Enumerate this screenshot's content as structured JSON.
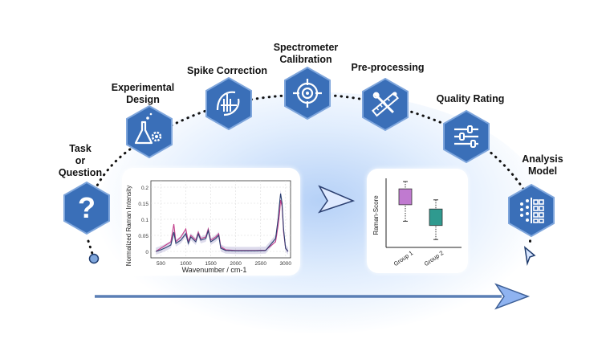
{
  "steps": [
    {
      "label": "Task\nor\nQuestion",
      "icon": "question-icon"
    },
    {
      "label": "Experimental\nDesign",
      "icon": "flask-gear-icon"
    },
    {
      "label": "Spike Correction",
      "icon": "spike-correction-icon"
    },
    {
      "label": "Spectrometer\nCalibration",
      "icon": "target-icon"
    },
    {
      "label": "Pre-processing",
      "icon": "tools-icon"
    },
    {
      "label": "Quality Rating",
      "icon": "sliders-icon"
    },
    {
      "label": "Analysis\nModel",
      "icon": "model-grid-icon"
    }
  ],
  "colors": {
    "hex_fill": "#3a6fb8",
    "hex_stroke": "#7fa6dc",
    "arrow": "#5b7fb5",
    "arrow_head": "#8fb3f0",
    "pink": "#c23d8a",
    "navy": "#2b3f70",
    "box_purple": "#c07ad0",
    "box_teal": "#2f9a8f"
  },
  "chart_data": [
    {
      "type": "line",
      "xlabel": "Wavenumber / cm-1",
      "ylabel": "Normalized Raman Intensity",
      "xticks": [
        "500",
        "1000",
        "1500",
        "2000",
        "2500",
        "3000"
      ],
      "yticks": [
        "0",
        "0.05",
        "0.1",
        "0.15",
        "0.2"
      ],
      "xlim": [
        300,
        3100
      ],
      "ylim": [
        -0.02,
        0.22
      ],
      "series": [
        {
          "color": "#c23d8a",
          "x": [
            400,
            500,
            600,
            700,
            760,
            800,
            900,
            1000,
            1050,
            1100,
            1200,
            1250,
            1300,
            1400,
            1450,
            1500,
            1550,
            1600,
            1660,
            1700,
            1800,
            2000,
            2200,
            2400,
            2600,
            2800,
            2850,
            2880,
            2900,
            2930,
            2960,
            3000,
            3050
          ],
          "y": [
            0.0,
            0.01,
            0.02,
            0.03,
            0.085,
            0.03,
            0.045,
            0.07,
            0.03,
            0.05,
            0.035,
            0.06,
            0.04,
            0.045,
            0.07,
            0.035,
            0.04,
            0.045,
            0.055,
            0.015,
            0.005,
            0.003,
            0.003,
            0.003,
            0.004,
            0.03,
            0.08,
            0.12,
            0.16,
            0.14,
            0.06,
            0.01,
            0.0
          ]
        },
        {
          "color": "#2b3f70",
          "x": [
            400,
            500,
            600,
            700,
            760,
            800,
            900,
            1000,
            1050,
            1100,
            1200,
            1250,
            1300,
            1400,
            1450,
            1500,
            1550,
            1600,
            1660,
            1700,
            1800,
            2000,
            2200,
            2400,
            2600,
            2800,
            2850,
            2880,
            2900,
            2930,
            2960,
            3000,
            3050
          ],
          "y": [
            0.0,
            0.005,
            0.012,
            0.02,
            0.06,
            0.025,
            0.035,
            0.055,
            0.025,
            0.045,
            0.03,
            0.055,
            0.035,
            0.04,
            0.065,
            0.03,
            0.035,
            0.04,
            0.05,
            0.01,
            0.003,
            0.002,
            0.002,
            0.002,
            0.003,
            0.04,
            0.1,
            0.15,
            0.18,
            0.15,
            0.07,
            0.01,
            0.0
          ]
        }
      ]
    },
    {
      "type": "box",
      "ylabel": "Raman-Score",
      "categories": [
        "Group 1",
        "Group 2"
      ],
      "boxes": [
        {
          "color": "#c07ad0",
          "whisker_low": 0.35,
          "q1": 0.62,
          "q3": 0.88,
          "whisker_high": 1.0
        },
        {
          "color": "#2f9a8f",
          "whisker_low": 0.05,
          "q1": 0.28,
          "q3": 0.55,
          "whisker_high": 0.7
        }
      ]
    }
  ]
}
